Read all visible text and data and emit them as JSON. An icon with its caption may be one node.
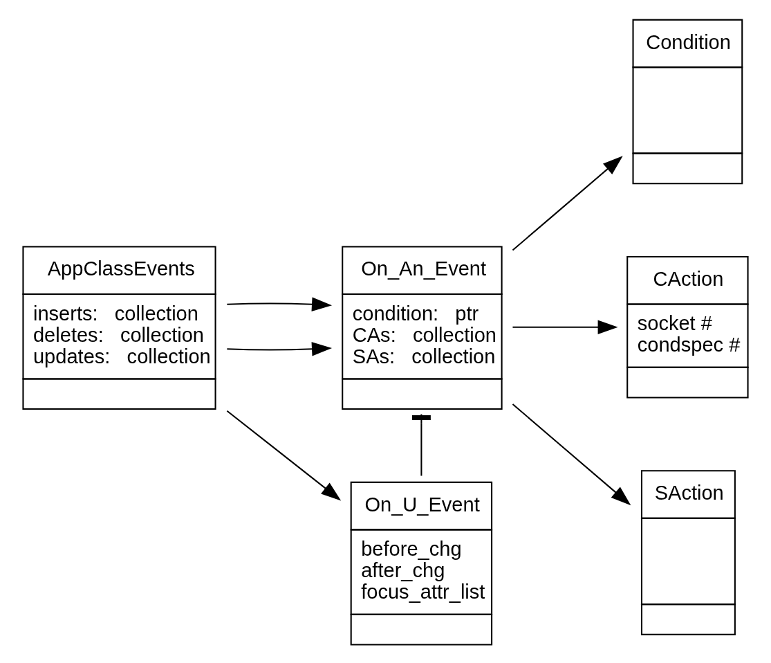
{
  "diagram": {
    "nodes": [
      {
        "text": [
          "AppClassEvents",
          "inserts:   collection",
          "deletes:   collection",
          "updates:   collection"
        ]
      },
      {
        "text": [
          "Condition"
        ]
      },
      {
        "text": [
          "On_An_Event",
          "condition:   ptr",
          "CAs:   collection",
          "SAs:   collection"
        ]
      },
      {
        "text": [
          "CAction",
          "socket #",
          "condspec #"
        ]
      },
      {
        "text": [
          "On_U_Event",
          "before_chg",
          "after_chg",
          "focus_attr_list"
        ]
      },
      {
        "text": [
          "SAction"
        ]
      }
    ],
    "edges": [
      {
        "from": 0,
        "to": 2,
        "arrow": "to"
      },
      {
        "from": 0,
        "to": 2,
        "arrow": "to"
      },
      {
        "from": 0,
        "to": 4,
        "arrow": "to"
      },
      {
        "from": 2,
        "to": 1,
        "arrow": "to"
      },
      {
        "from": 2,
        "to": 3,
        "arrow": "to"
      },
      {
        "from": 2,
        "to": 5,
        "arrow": "to"
      },
      {
        "from": 2,
        "to": 4,
        "arrow": "other"
      }
    ]
  }
}
